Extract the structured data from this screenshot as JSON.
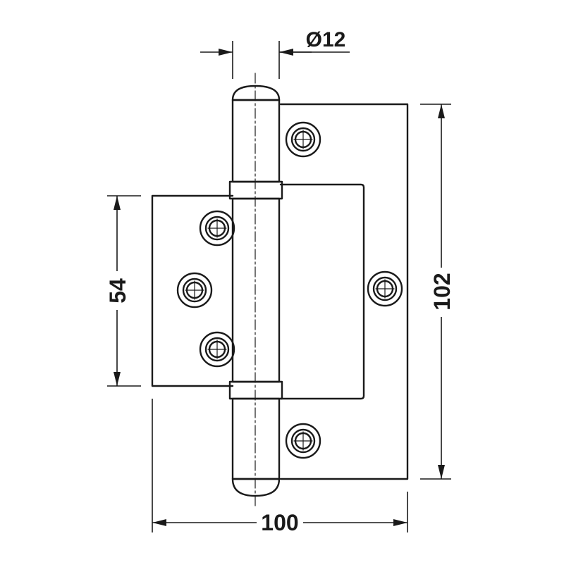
{
  "drawing": {
    "subject": "hinge",
    "line_color": "#1a1a1a",
    "background": "#ffffff"
  },
  "dimensions": {
    "pin_diameter": "Ø12",
    "overall_height": "102",
    "inner_leaf_height": "54",
    "overall_width": "100"
  }
}
